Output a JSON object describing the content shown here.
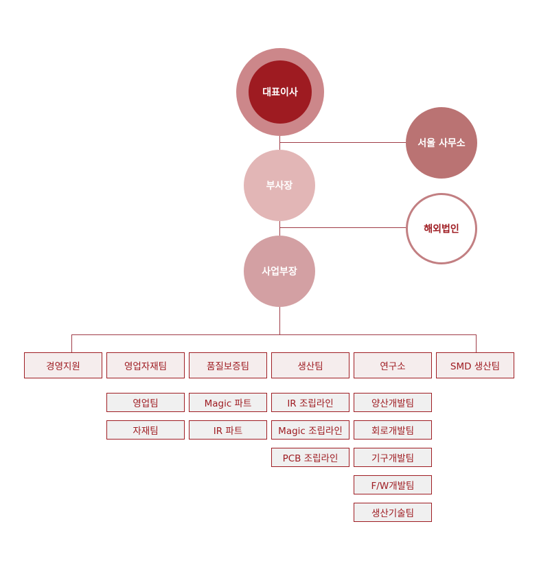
{
  "top": {
    "ceo": "대표이사",
    "seoul_office": "서울 사무소",
    "vice_president": "부사장",
    "overseas_corp": "해외법인",
    "business_head": "사업부장"
  },
  "departments": [
    {
      "name": "경영지원",
      "teams": []
    },
    {
      "name": "영업자재팀",
      "teams": [
        "영업팀",
        "자재팀"
      ]
    },
    {
      "name": "품질보증팀",
      "teams": [
        "Magic 파트",
        "IR 파트"
      ]
    },
    {
      "name": "생산팀",
      "teams": [
        "IR 조립라인",
        "Magic 조립라인",
        "PCB 조립라인"
      ]
    },
    {
      "name": "연구소",
      "teams": [
        "양산개발팀",
        "회로개발팀",
        "기구개발팀",
        "F/W개발팀",
        "생산기술팀"
      ]
    },
    {
      "name": "SMD 생산팀",
      "teams": []
    }
  ]
}
